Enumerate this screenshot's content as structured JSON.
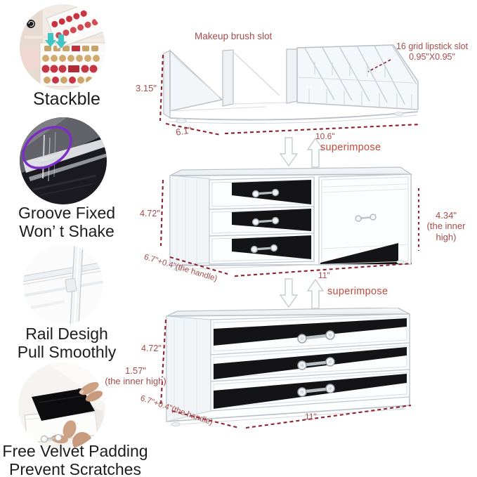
{
  "colors": {
    "annotation_red": "#a54b4b",
    "superimpose_red": "#c24a3c",
    "dashed_line_red": "#8e2030",
    "caption_dark": "#1d1d1d",
    "highlight_purple": "#7e2cc9",
    "stack_arrow_teal": "#41c7c3",
    "velvet_black": "#0a0a0c"
  },
  "left_panel": {
    "features": [
      {
        "caption_lines": [
          "Stackble"
        ]
      },
      {
        "caption_lines": [
          "Groove Fixed",
          "Won’ t Shake"
        ]
      },
      {
        "caption_lines": [
          "Rail Desigh",
          "Pull Smoothly"
        ]
      },
      {
        "caption_lines": [
          "Free Velvet Padding",
          "Prevent Scratches"
        ]
      }
    ]
  },
  "diagram": {
    "top_tray": {
      "brush_label": "Makeup brush slot",
      "lipstick_label_line1": "16 grid lipstick slot",
      "lipstick_label_line2": "0.95\"X0.95\"",
      "height": "3.15\"",
      "depth": "6.1\"",
      "width": "10.6\""
    },
    "superimpose_top": "superimpose",
    "middle_unit": {
      "height": "4.72\"",
      "inner_height": "4.34\"",
      "inner_height_note": "(the inner high)",
      "depth_handle": "6.7\"+0.4\"(the handle)",
      "width": "11\""
    },
    "superimpose_bottom": "superimpose",
    "bottom_unit": {
      "height": "4.72\"",
      "inner_height": "1.57\"",
      "inner_height_note": "(the inner high)",
      "depth_handle": "6.7\"+0.4\"(the handle)",
      "width": "11\""
    }
  }
}
